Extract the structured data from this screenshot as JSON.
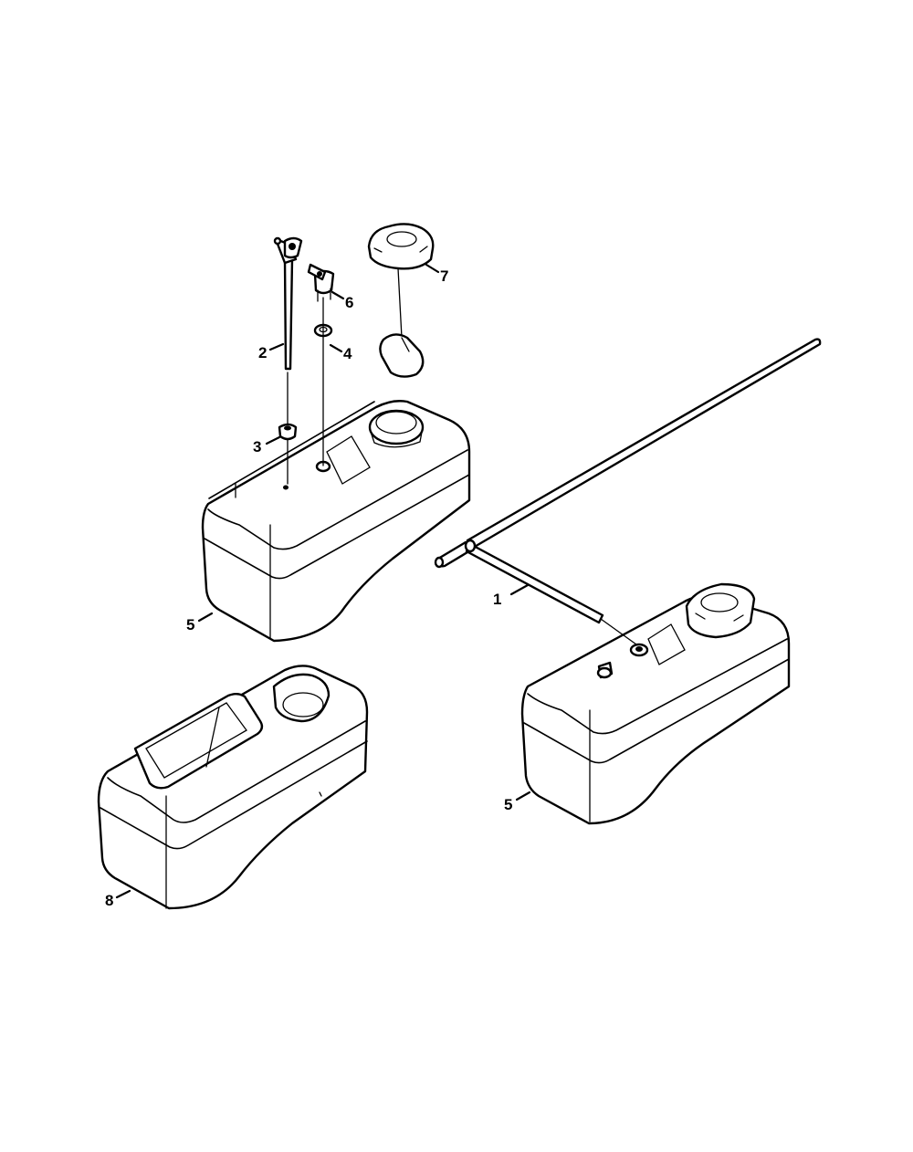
{
  "callouts": {
    "c1": "1",
    "c2": "2",
    "c3": "3",
    "c4": "4",
    "c5a": "5",
    "c5b": "5",
    "c6": "6",
    "c7": "7",
    "c8": "8"
  },
  "style": {
    "line_color": "#000000",
    "background": "#ffffff"
  }
}
